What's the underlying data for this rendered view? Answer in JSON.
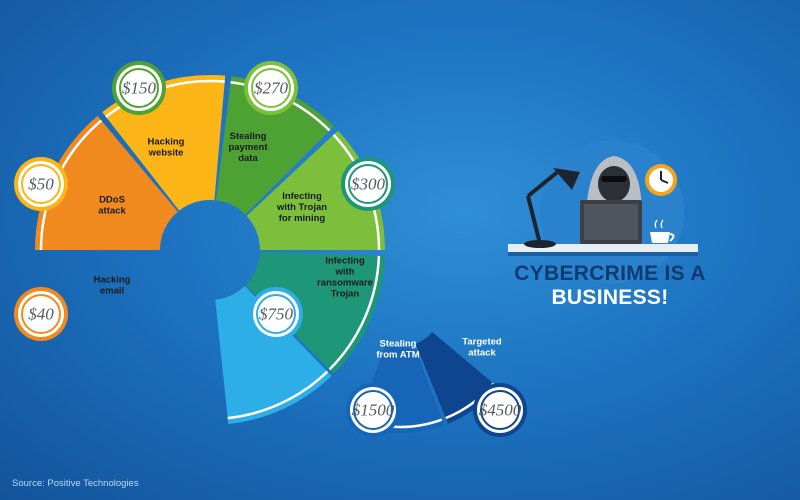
{
  "segments": [
    {
      "label_lines": [
        "Hacking",
        "email"
      ],
      "price": "$40",
      "color": "#f08a1e",
      "label_color": "#1a1a1a"
    },
    {
      "label_lines": [
        "DDoS",
        "attack"
      ],
      "price": "$50",
      "color": "#fbb517",
      "label_color": "#1a1a1a"
    },
    {
      "label_lines": [
        "Hacking",
        "website"
      ],
      "price": "$150",
      "color": "#4ea233",
      "label_color": "#1a1a1a"
    },
    {
      "label_lines": [
        "Stealing",
        "payment",
        "data"
      ],
      "price": "$270",
      "color": "#7cbf3a",
      "label_color": "#1a1a1a"
    },
    {
      "label_lines": [
        "Infecting",
        "with Trojan",
        "for mining"
      ],
      "price": "$300",
      "color": "#1e9678",
      "label_color": "#1a1a1a"
    },
    {
      "label_lines": [
        "Infecting",
        "with",
        "ransomware",
        "Trojan"
      ],
      "price": "$750",
      "color": "#2eaee6",
      "label_color": "#1a1a1a"
    },
    {
      "label_lines": [
        "Stealing",
        "from ATM"
      ],
      "price": "$1500",
      "color": "#1665b8",
      "label_color": "#ffffff"
    },
    {
      "label_lines": [
        "Targeted",
        "attack"
      ],
      "price": "$4500",
      "color": "#0e458e",
      "label_color": "#ffffff"
    }
  ],
  "headline": {
    "line1": "CYBERCRIME IS A",
    "line2": "BUSINESS!"
  },
  "source": "Source: Positive Technologies",
  "colors": {
    "headline_dark": "#0f3b70",
    "ring_white": "#ffffff",
    "illustration_circle": "#2a82cc"
  },
  "icons": [
    "hacker-icon",
    "laptop-icon",
    "desk-lamp-icon",
    "clock-icon",
    "coffee-cup-icon"
  ]
}
